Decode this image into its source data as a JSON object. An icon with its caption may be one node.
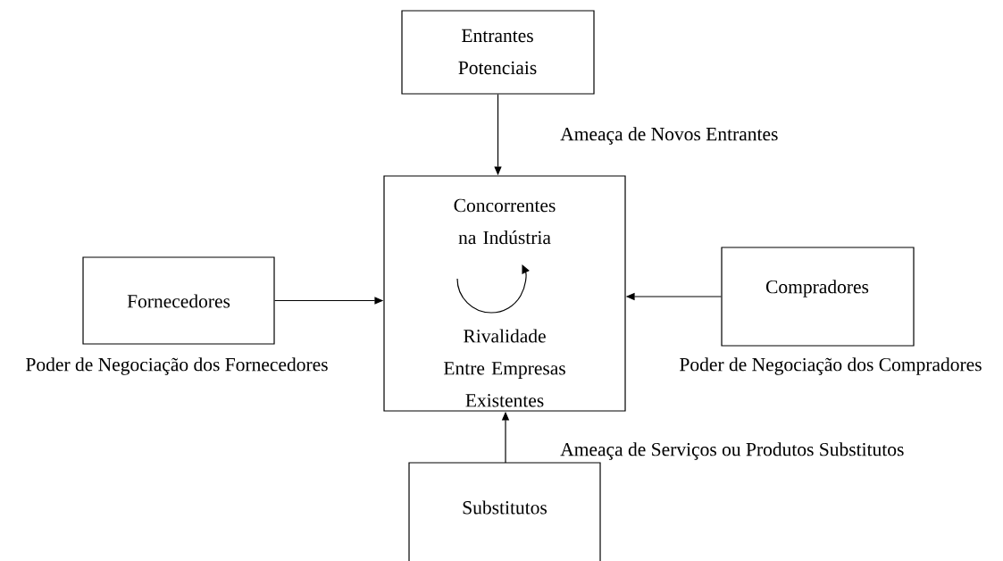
{
  "diagram": {
    "nodes": [
      {
        "text": [
          "Entrantes Potenciais"
        ]
      },
      {
        "text": [
          "Concorrentes na Indústria",
          "Rivalidade Entre Empresas Existentes"
        ]
      },
      {
        "text": [
          "Fornecedores"
        ],
        "beside": [
          "Poder de Negociação dos Fornecedores"
        ]
      },
      {
        "text": [
          "Compradores"
        ],
        "beside": [
          "Poder de Negociação dos Compradores"
        ]
      },
      {
        "text": [
          "Substitutos"
        ]
      }
    ],
    "edges": [
      {
        "from": 0,
        "to": 1,
        "arrow": "to",
        "label": "Ameaça de Novos Entrantes"
      },
      {
        "from": 2,
        "to": 1,
        "arrow": "to"
      },
      {
        "from": 3,
        "to": 1,
        "arrow": "to"
      },
      {
        "from": 4,
        "to": 1,
        "arrow": "to",
        "label": "Ameaça de Serviços ou Produtos Substitutos"
      }
    ]
  }
}
